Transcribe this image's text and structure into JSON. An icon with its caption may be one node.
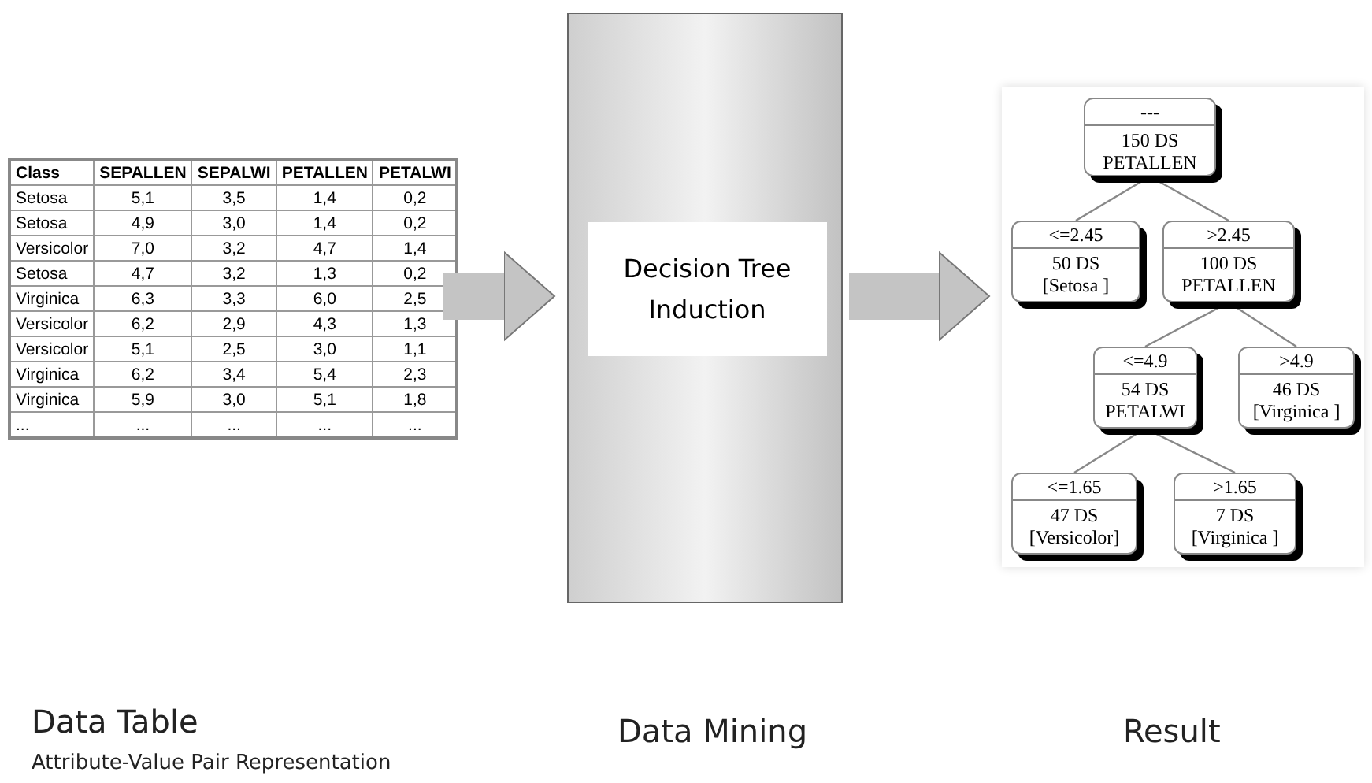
{
  "diagram": {
    "nodes": [
      {
        "text": [],
        "shape": "table"
      },
      {
        "text": [],
        "shape": "box"
      },
      {
        "text": [
          "Decision Tree Induction"
        ],
        "in": 1
      },
      {
        "text": [],
        "shape": "box"
      },
      {
        "text": [
          "---",
          "150 DS PETALLEN"
        ],
        "in": 3
      },
      {
        "text": [
          "<=2.45",
          "50 DS [Setosa ]"
        ],
        "in": 3
      },
      {
        "text": [
          ">2.45",
          "100 DS PETALLEN"
        ],
        "in": 3
      },
      {
        "text": [
          "<=4.9",
          "54 DS PETALWI"
        ],
        "in": 3
      },
      {
        "text": [
          ">4.9",
          "46 DS [Virginica ]"
        ],
        "in": 3
      },
      {
        "text": [
          "<=1.65",
          "47 DS [Versicolor]"
        ],
        "in": 3
      },
      {
        "text": [
          ">1.65",
          "7 DS [Virginica ]"
        ],
        "in": 3
      }
    ],
    "edges": [
      {
        "from": 0,
        "to": 1,
        "arrow": "to",
        "style": "thick"
      },
      {
        "from": 1,
        "to": 3,
        "arrow": "to",
        "style": "thick"
      },
      {
        "from": 4,
        "to": 5,
        "arrow": "none"
      },
      {
        "from": 4,
        "to": 6,
        "arrow": "none"
      },
      {
        "from": 6,
        "to": 7,
        "arrow": "none"
      },
      {
        "from": 6,
        "to": 8,
        "arrow": "none"
      },
      {
        "from": 7,
        "to": 9,
        "arrow": "none"
      },
      {
        "from": 7,
        "to": 10,
        "arrow": "none"
      }
    ],
    "labels": [
      "Class",
      "SEPALLEN",
      "SEPALWI",
      "PETALLEN",
      "PETALWI",
      "Setosa",
      "5,1",
      "3,5",
      "1,4",
      "0,2",
      "Setosa",
      "4,9",
      "3,0",
      "1,4",
      "0,2",
      "Versicolor",
      "7,0",
      "3,2",
      "4,7",
      "1,4",
      "Setosa",
      "4,7",
      "3,2",
      "1,3",
      "0,2",
      "Virginica",
      "6,3",
      "3,3",
      "6,0",
      "2,5",
      "Versicolor",
      "6,2",
      "2,9",
      "4,3",
      "1,3",
      "Versicolor",
      "5,1",
      "2,5",
      "3,0",
      "1,1",
      "Virginica",
      "6,2",
      "3,4",
      "5,4",
      "2,3",
      "Virginica",
      "5,9",
      "3,0",
      "5,1",
      "1,8",
      "...",
      "...",
      "...",
      "...",
      "...",
      "Data Table",
      "Attribute-Value Pair Representation",
      "Data Mining",
      "Result"
    ]
  }
}
